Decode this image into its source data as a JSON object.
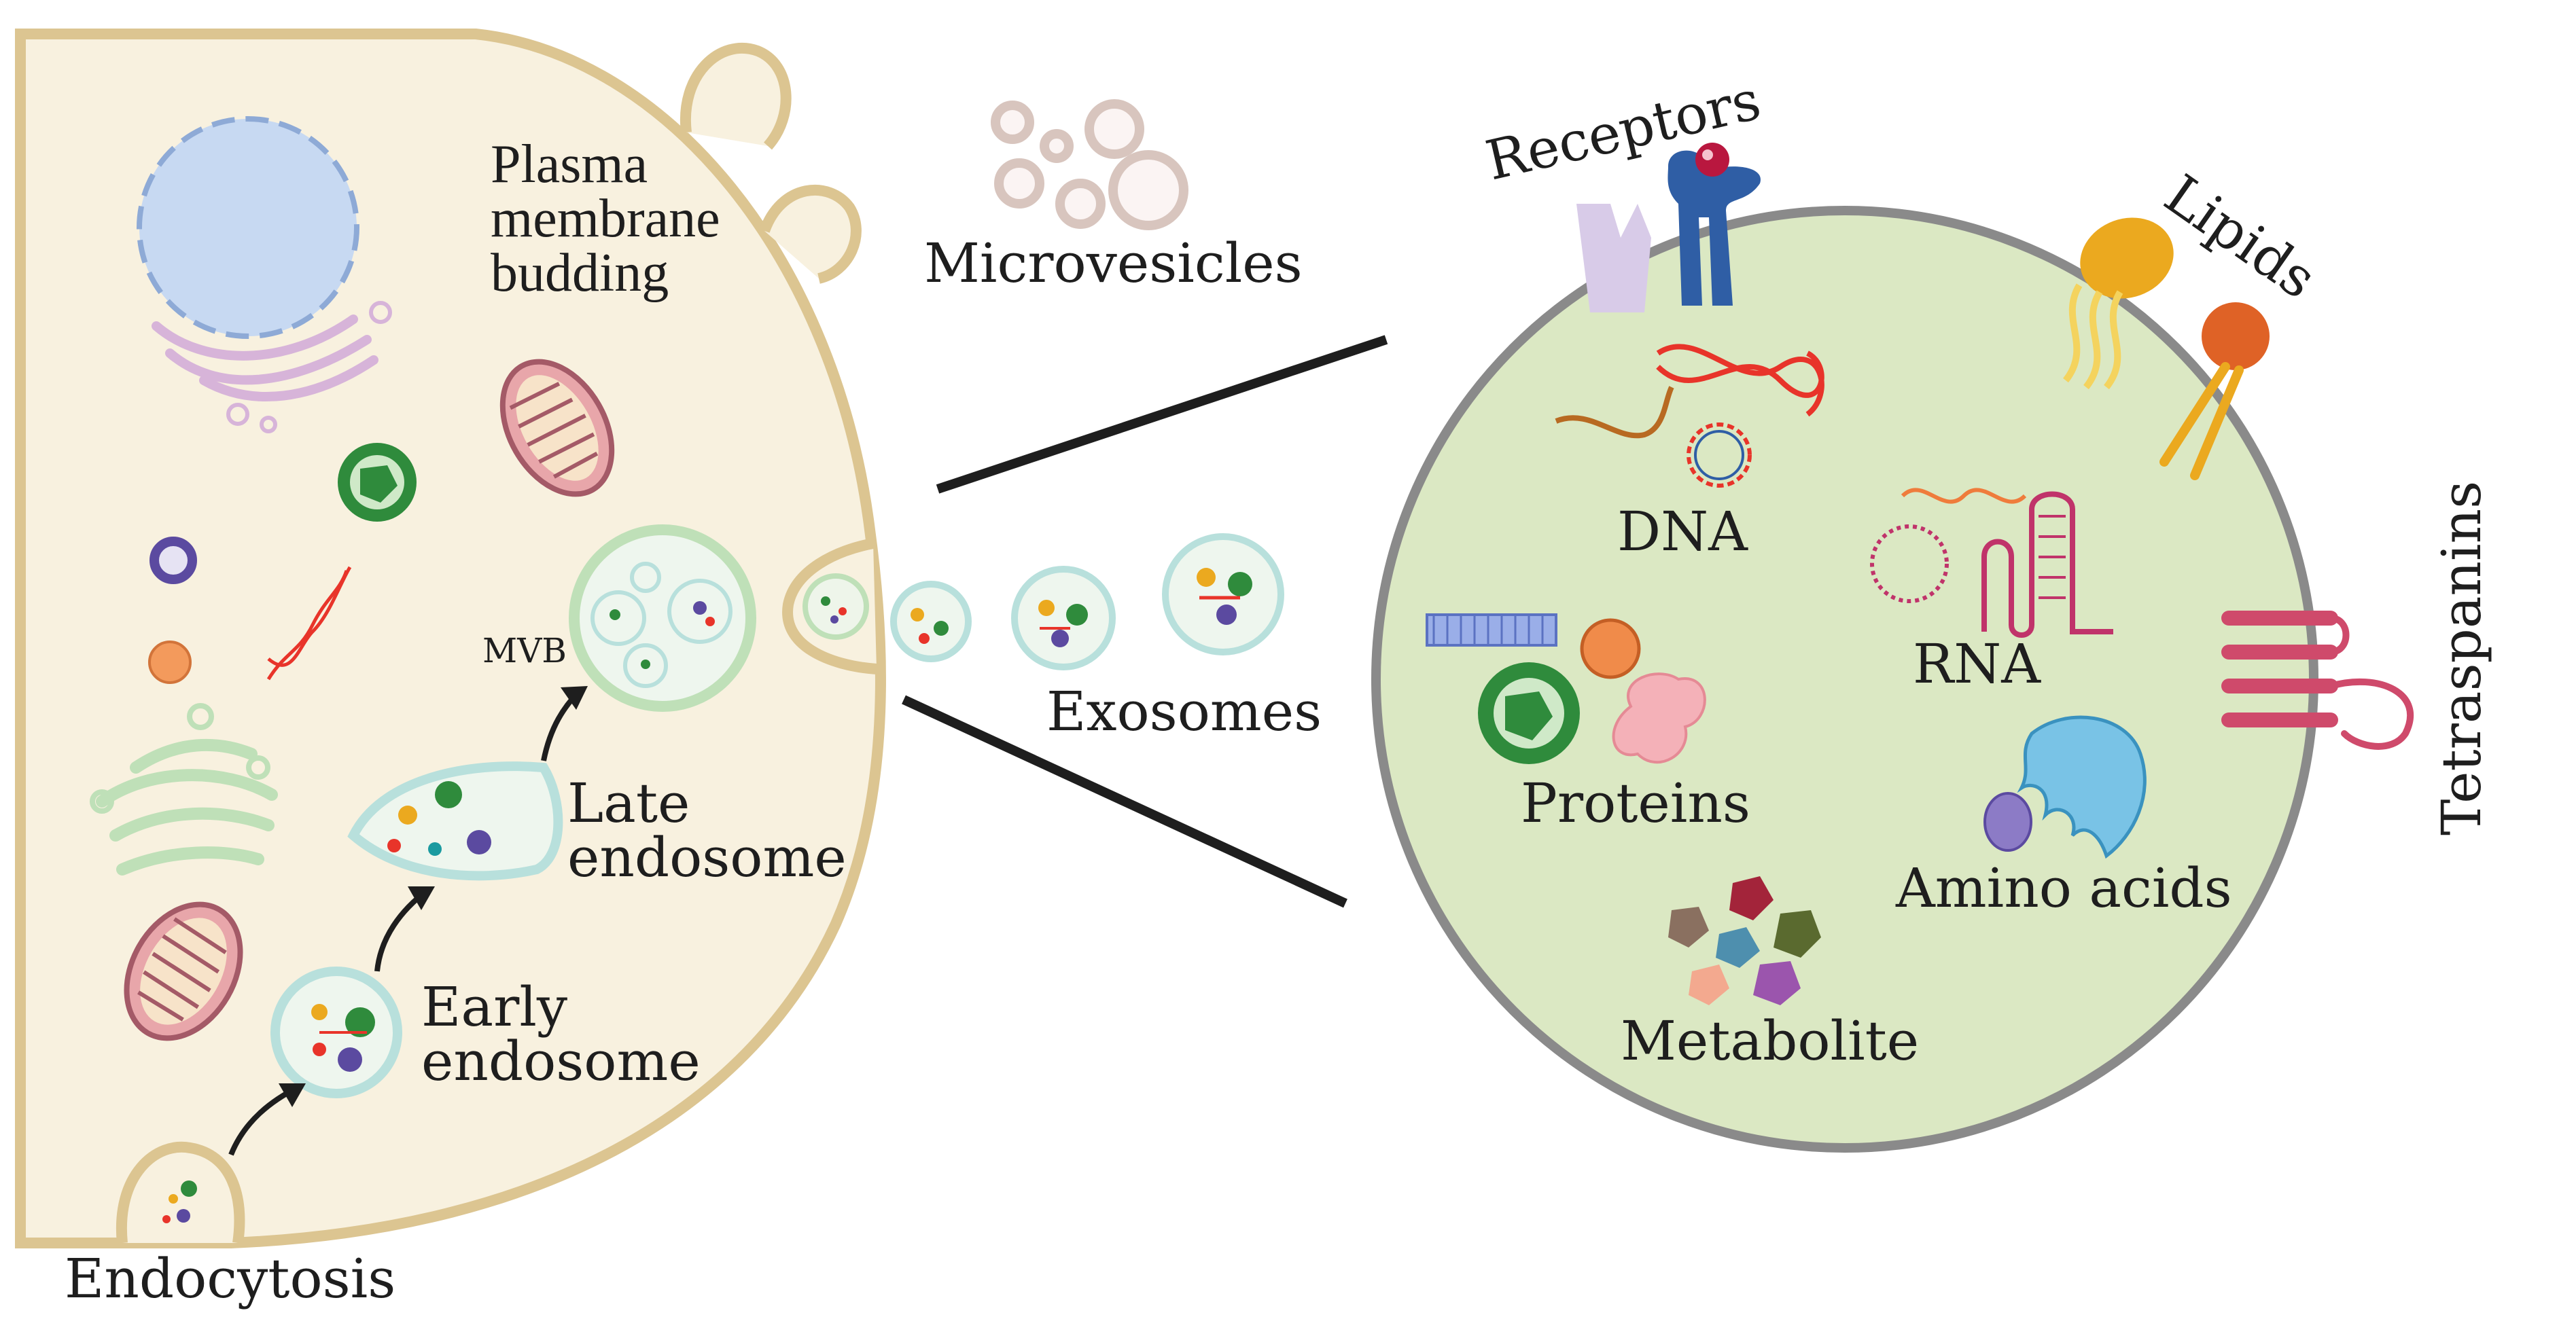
{
  "labels": {
    "plasma_membrane_budding": [
      "Plasma",
      "membrane",
      "budding"
    ],
    "microvesicles": "Microvesicles",
    "mvb": "MVB",
    "late_endosome": [
      "Late",
      "endosome"
    ],
    "early_endosome": [
      "Early",
      "endosome"
    ],
    "endocytosis": "Endocytosis",
    "exosomes": "Exosomes",
    "receptors": "Receptors",
    "lipids": "Lipids",
    "dna": "DNA",
    "rna": "RNA",
    "proteins": "Proteins",
    "amino_acids": "Amino acids",
    "metabolite": "Metabolite",
    "tetraspanins": "Tetraspanins"
  },
  "colors": {
    "cell_fill": "#f8f1df",
    "cell_membrane": "#dcc591",
    "exosome_fill": "#dbe8c3",
    "exosome_membrane": "#8a8a8a",
    "vesicle_green": "#bfe0b8",
    "dna_red": "#e8342a",
    "protein_green": "#2f8b3c",
    "receptor_blue": "#2f5ea5",
    "lipid_orange": "#eba91f",
    "tetraspanin_pink": "#cf4a6b",
    "mitochondrion": "#e8a6aa",
    "nucleus_blue": "#c7d9f2",
    "golgi_purple": "#d7b4d9",
    "rna_pink": "#c0336a",
    "amino_acid_blue": "#79c3e6",
    "amino_acid_purple": "#8c7bc6"
  }
}
